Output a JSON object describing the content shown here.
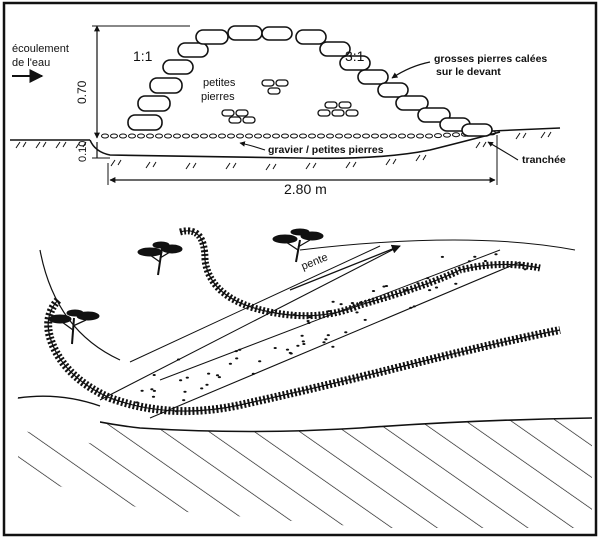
{
  "cross_section": {
    "flow_label_line1": "écoulement",
    "flow_label_line2": "de l'eau",
    "slope_left": "1:1",
    "slope_right": "3:1",
    "small_stones_line1": "petites",
    "small_stones_line2": "pierres",
    "big_stones_line1": "grosses pierres calées",
    "big_stones_line2": "sur le devant",
    "gravel_label": "gravier / petites pierres",
    "trench_label": "tranchée",
    "height_label": "0.70",
    "depth_label": "0.10",
    "width_label": "2.80 m"
  },
  "landscape": {
    "slope_label": "pente"
  },
  "colors": {
    "ink": "#111111",
    "background": "#ffffff"
  }
}
